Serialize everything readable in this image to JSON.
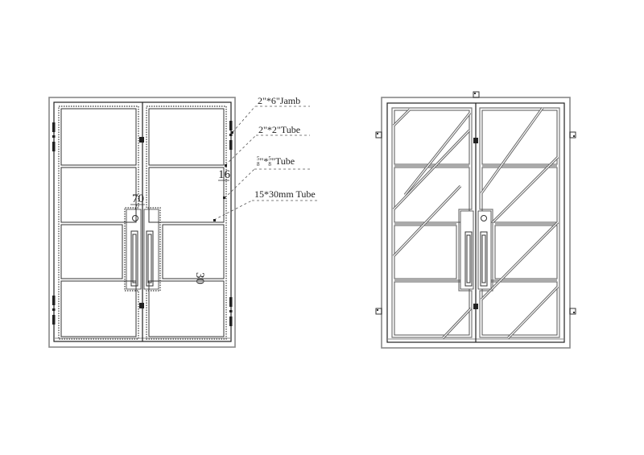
{
  "drawing": {
    "type": "double-door-elevation",
    "views": [
      {
        "name": "construction-view",
        "description": "Left elevation with dimension callouts"
      },
      {
        "name": "glass-view",
        "description": "Right elevation showing diagonal glass reflections"
      }
    ]
  },
  "callouts": {
    "jamb": "2\"*6\"Jamb",
    "tube_2x2": "2\"*2\"Tube",
    "tube_frac_num": "5",
    "tube_frac_den": "8",
    "tube_frac_suffix": "Tube",
    "tube_frac_sep": "\"*",
    "tube_frac_end": "\"",
    "tube_15x30": "15*30mm Tube"
  },
  "dimensions": {
    "mullion_gap": "16",
    "handle_plate_width": "70",
    "rail_height": "30"
  },
  "colors": {
    "line": "#222222",
    "frame_gray": "#777777",
    "dotted": "#555555",
    "glass_stripe": "#666666"
  }
}
